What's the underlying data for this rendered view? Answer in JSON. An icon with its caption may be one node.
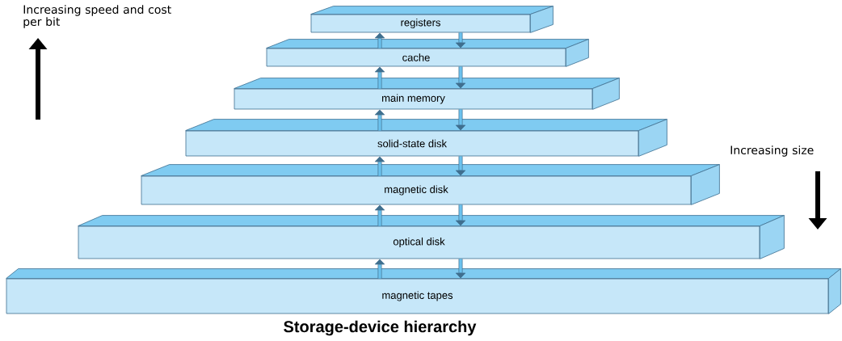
{
  "diagram": {
    "caption": "Storage-device hierarchy",
    "nodes": [
      {
        "text": [
          "registers"
        ]
      },
      {
        "text": [
          "cache"
        ]
      },
      {
        "text": [
          "main memory"
        ]
      },
      {
        "text": [
          "solid-state disk"
        ]
      },
      {
        "text": [
          "magnetic disk"
        ]
      },
      {
        "text": [
          "optical disk"
        ]
      },
      {
        "text": [
          "magnetic tapes"
        ]
      }
    ],
    "edges": [
      {
        "from": 1,
        "to": 0,
        "arrow": "to"
      },
      {
        "from": 0,
        "to": 1,
        "arrow": "to"
      },
      {
        "from": 2,
        "to": 1,
        "arrow": "to"
      },
      {
        "from": 1,
        "to": 2,
        "arrow": "to"
      },
      {
        "from": 3,
        "to": 2,
        "arrow": "to"
      },
      {
        "from": 2,
        "to": 3,
        "arrow": "to"
      },
      {
        "from": 4,
        "to": 3,
        "arrow": "to"
      },
      {
        "from": 3,
        "to": 4,
        "arrow": "to"
      },
      {
        "from": 5,
        "to": 4,
        "arrow": "to"
      },
      {
        "from": 4,
        "to": 5,
        "arrow": "to"
      },
      {
        "from": 6,
        "to": 5,
        "arrow": "to"
      },
      {
        "from": 5,
        "to": 6,
        "arrow": "to"
      }
    ],
    "labels": [
      "Increasing speed and cost per bit",
      "Increasing size"
    ]
  }
}
